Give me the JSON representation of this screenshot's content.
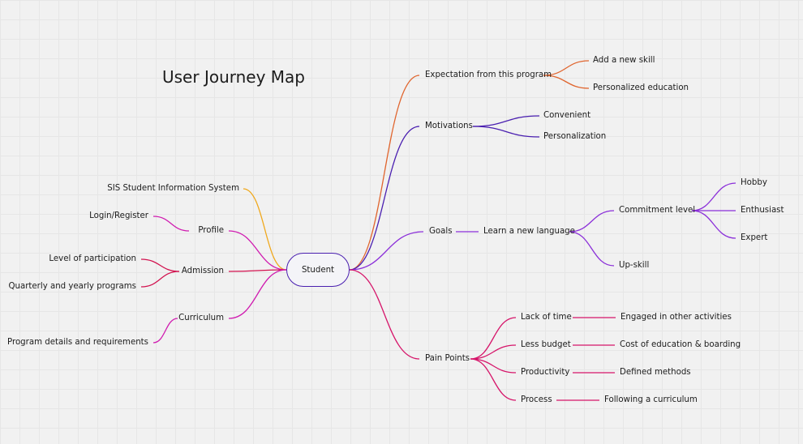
{
  "title": "User Journey Map",
  "colors": {
    "root_border": "#4a1fb0",
    "expectation": "#e0652e",
    "motivations": "#4a1fb0",
    "goals": "#8b2fd9",
    "pain_points": "#d6156a",
    "sis": "#f0a81c",
    "left": "#d01bb0",
    "admission": "#d2124f"
  },
  "root": "Student",
  "right": {
    "expectation": {
      "label": "Expectation from this program",
      "children": [
        "Add a new skill",
        "Personalized education"
      ]
    },
    "motivations": {
      "label": "Motivations",
      "children": [
        "Convenient",
        "Personalization"
      ]
    },
    "goals": {
      "label": "Goals",
      "child": "Learn a new language",
      "commitment": {
        "label": "Commitment level",
        "children": [
          "Hobby",
          "Enthusiast",
          "Expert"
        ]
      },
      "upskill": "Up-skill"
    },
    "pain_points": {
      "label": "Pain Points",
      "children": [
        {
          "label": "Lack of time",
          "detail": "Engaged in other activities"
        },
        {
          "label": "Less budget",
          "detail": "Cost of education & boarding"
        },
        {
          "label": "Productivity",
          "detail": "Defined methods"
        },
        {
          "label": "Process",
          "detail": "Following a curriculum"
        }
      ]
    }
  },
  "left": {
    "sis": "SIS Student Information System",
    "profile": {
      "label": "Profile",
      "children": [
        "Login/Register"
      ]
    },
    "admission": {
      "label": "Admission",
      "children": [
        "Level of participation",
        "Quarterly and yearly programs"
      ]
    },
    "curriculum": {
      "label": "Curriculum",
      "children": [
        "Program details and requirements"
      ]
    }
  }
}
